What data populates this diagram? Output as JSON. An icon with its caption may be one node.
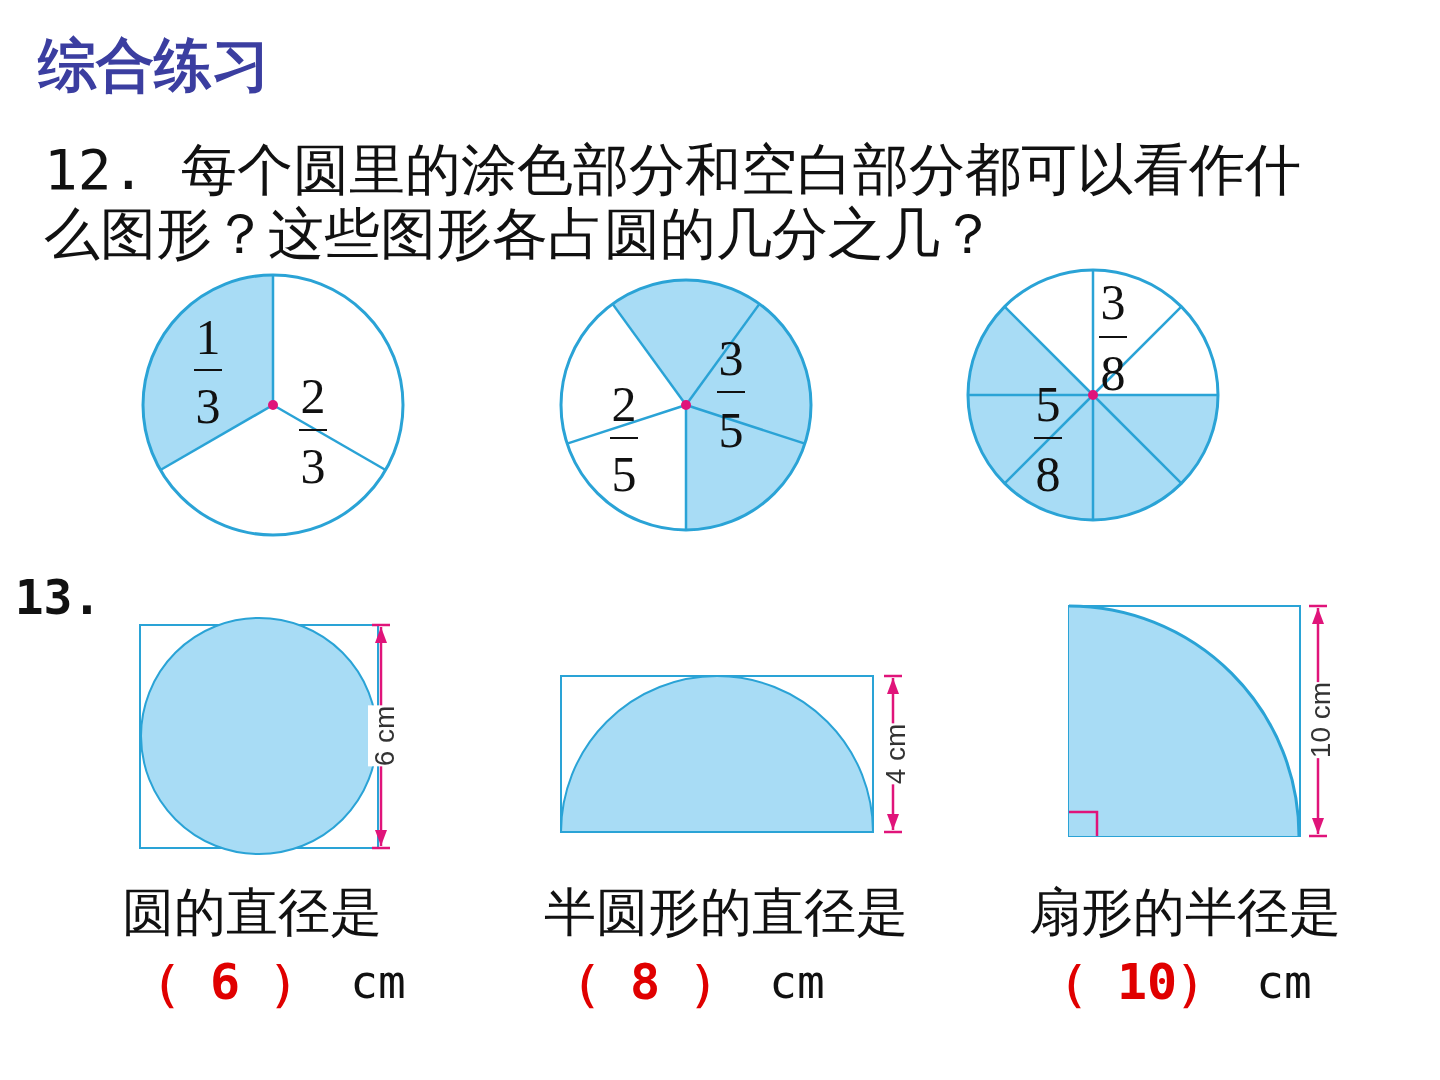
{
  "diagram": {
    "title": "综合练习",
    "labels": [
      "12.",
      "每个圆里的涂色部分和空白部分都可以看作什么图形？这些图形各占圆的几分之几？",
      "1",
      "3",
      "2",
      "3",
      "3",
      "5",
      "2",
      "5",
      "3",
      "8",
      "5",
      "8",
      "13.",
      "6 cm",
      "4 cm",
      "10 cm",
      "圆的直径是",
      "半圆形的直径是",
      "扇形的半径是",
      "（ 6 ）",
      "cm",
      "（ 8 ）",
      "cm",
      "（ 10）",
      "cm"
    ]
  }
}
